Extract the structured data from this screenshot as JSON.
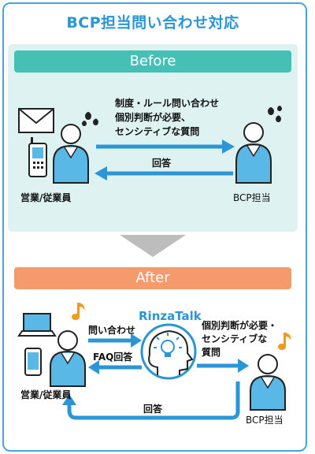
{
  "title": "BCP担当問い合わせ対応",
  "before": {
    "header": "Before",
    "message_lines": [
      "制度・ルール問い合わせ",
      "個別判断が必要、",
      "センシティブな質問"
    ],
    "reply": "回答",
    "left_label": "営業/従業員",
    "right_label": "BCP担当"
  },
  "after": {
    "header": "After",
    "product": "RinzaTalk",
    "inquiry": "問い合わせ",
    "faq_reply": "FAQ回答",
    "escalate_lines": [
      "個別判断が必要・",
      "センシティブな",
      "質問"
    ],
    "reply": "回答",
    "left_label": "営業/従業員",
    "right_label": "BCP担当"
  },
  "colors": {
    "frame": "#45a6dc",
    "title": "#2b95d6",
    "before_panel": "#def3f1",
    "before_header": "#46bfb4",
    "after_panel": "#fce5dc",
    "after_header": "#f59a6c",
    "arrow": "#2b95d6",
    "person_body": "#5ab8e6",
    "music_note": "#f39a1e"
  },
  "icons": [
    "envelope-icon",
    "mobile-phone-icon",
    "laptop-icon",
    "smartphone-icon",
    "person-icon",
    "sweat-drops-icon",
    "music-note-icon",
    "ai-head-icon",
    "lightbulb-icon"
  ]
}
